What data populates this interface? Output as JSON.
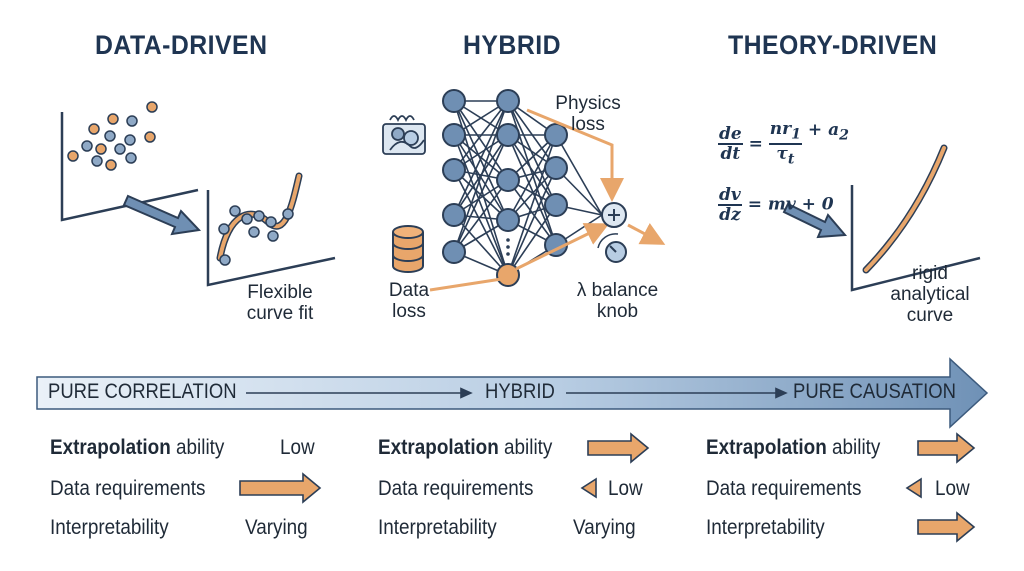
{
  "columns": {
    "left_title": "DATA-DRIVEN",
    "mid_title": "HYBRID",
    "right_title": "THEORY-DRIVEN"
  },
  "left_panel": {
    "fit_label_line1": "Flexible",
    "fit_label_line2": "curve fit"
  },
  "mid_panel": {
    "physics_line1": "Physics",
    "physics_line2": "loss",
    "data_line1": "Data",
    "data_line2": "loss",
    "knob_line1": "λ balance",
    "knob_line2": "knob",
    "combine_symbol": "+"
  },
  "right_panel": {
    "eq1_num": "de",
    "eq1_den": "dt",
    "eq1_rhs_top": "nr",
    "eq1_rhs_sub": "1",
    "eq1_rhs_plus": "+ a",
    "eq1_rhs_plus_sub": "2",
    "eq1_rhs_bottom": "τ",
    "eq1_rhs_bottom_sub": "t",
    "eq1_equals": "=",
    "eq2_num": "dv",
    "eq2_den": "dz",
    "eq2_rhs": "= mv + 0",
    "curve_line1": "rigid",
    "curve_line2": "analytical",
    "curve_line3": "curve"
  },
  "spectrum": {
    "left": "PURE CORRELATION",
    "mid": "HYBRID",
    "right": "PURE CAUSATION"
  },
  "rows": {
    "extrapolation_bold": "Extrapolation",
    "extrapolation_rest": " ability",
    "data_req": "Data requirements",
    "interpretability": "Interpretability",
    "left_extrap": "Low",
    "left_interp": "Varying",
    "mid_data": "Low",
    "mid_interp": "Varying",
    "right_data": "Low"
  },
  "colors": {
    "navy": "#3c5a7d",
    "orange": "#e8a66b",
    "steel": "#6f8fb3"
  }
}
